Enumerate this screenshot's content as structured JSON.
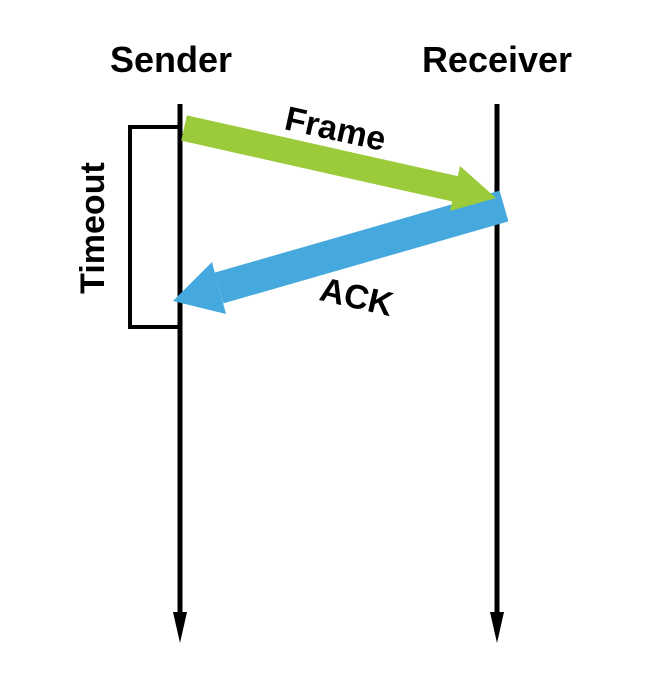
{
  "diagram": {
    "actors": [
      {
        "id": "sender",
        "label": "Sender"
      },
      {
        "id": "receiver",
        "label": "Receiver"
      }
    ],
    "messages": [
      {
        "label": "Frame",
        "from": "sender",
        "to": "receiver",
        "color": "#9bca3b"
      },
      {
        "label": "ACK",
        "from": "receiver",
        "to": "sender",
        "color": "#45a9dd"
      }
    ],
    "timeout_label": "Timeout",
    "colors": {
      "lifeline": "#000000",
      "text": "#000000",
      "background": "#ffffff"
    }
  }
}
